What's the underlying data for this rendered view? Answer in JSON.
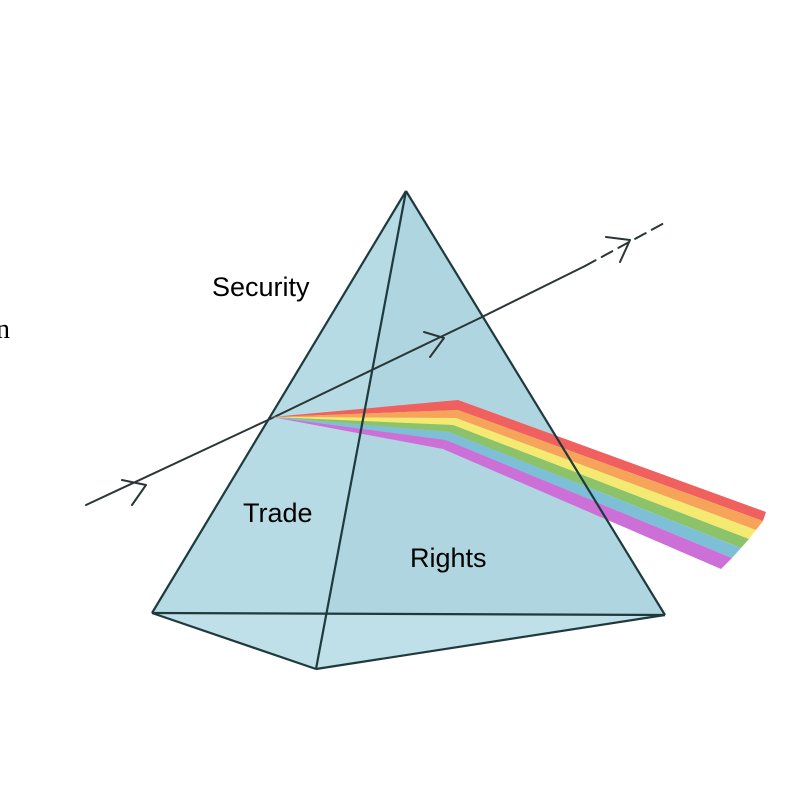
{
  "labels": {
    "top_face": "Security",
    "left_face": "Trade",
    "right_face": "Rights",
    "edge_fragment": "n"
  },
  "colors": {
    "prism_fill": "#b7dbe4",
    "prism_edge": "#1f3a3d",
    "ray": "#2b3536",
    "spectrum": [
      "#f0605e",
      "#f5a45a",
      "#f4ea72",
      "#8cc26a",
      "#7dbfd6",
      "#cc6fd6"
    ]
  },
  "spectrum_bands": [
    "red",
    "orange",
    "yellow",
    "green",
    "blue",
    "violet"
  ]
}
